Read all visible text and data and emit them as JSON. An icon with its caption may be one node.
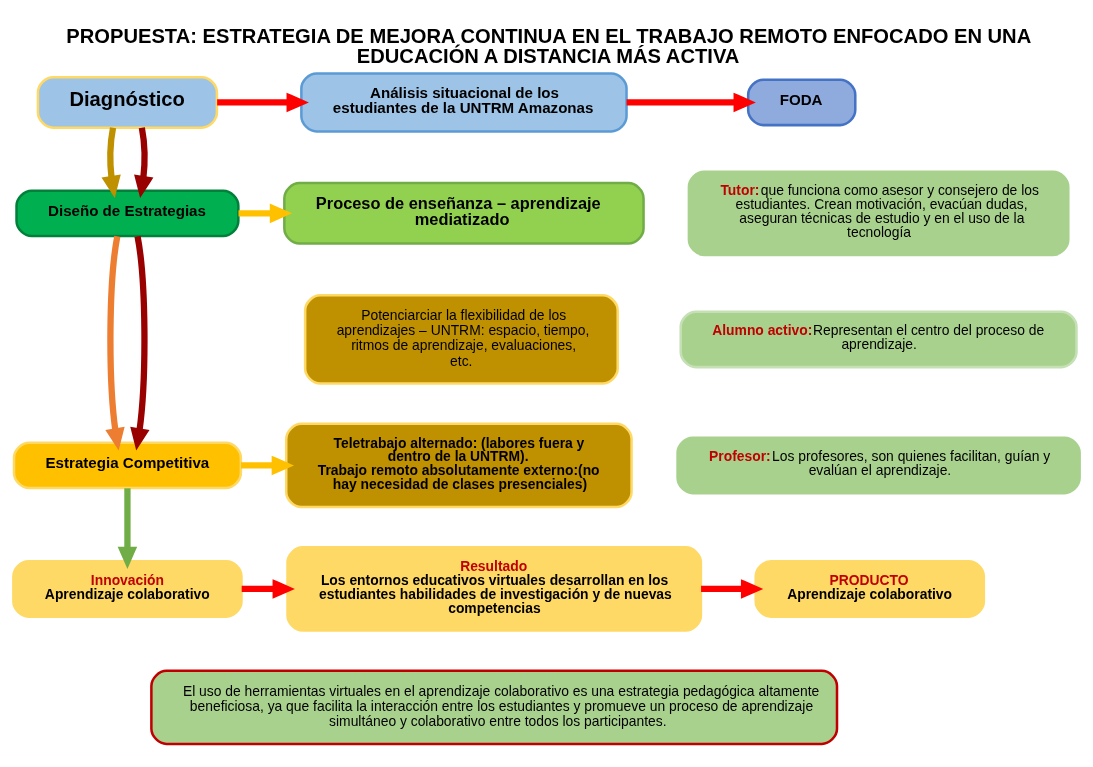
{
  "diagram": {
    "title": "PROPUESTA: ESTRATEGIA DE MEJORA CONTINUA EN EL TRABAJO REMOTO ENFOCADO EN UNA EDUCACIÓN A DISTANCIA MÁS ACTIVA",
    "nodes": [
      {
        "text": [
          "Diagnóstico"
        ]
      },
      {
        "text": [
          "Análisis situacional de los estudiantes de la UNTRM Amazonas"
        ]
      },
      {
        "text": [
          "FODA"
        ]
      },
      {
        "text": [
          "Diseño de Estrategias"
        ]
      },
      {
        "text": [
          "Proceso de enseñanza – aprendizaje mediatizado"
        ]
      },
      {
        "text": [
          "Potenciarciar la flexibilidad de los aprendizajes – UNTRM: espacio, tiempo, ritmos de aprendizaje, evaluaciones, etc."
        ]
      },
      {
        "text": [
          "Tutor:",
          "que funciona como asesor y consejero de los estudiantes. Crean motivación, evacúan dudas, aseguran técnicas de estudio y en el uso de la tecnología"
        ]
      },
      {
        "text": [
          "Alumno activo:",
          "Representan el centro del proceso de aprendizaje."
        ]
      },
      {
        "text": [
          "Estrategia Competitiva"
        ]
      },
      {
        "text": [
          "Teletrabajo alternado: (labores fuera y dentro de la UNTRM).",
          "Trabajo remoto absolutamente externo:(no hay necesidad de clases presenciales)"
        ]
      },
      {
        "text": [
          "Profesor:",
          "Los profesores, son quienes facilitan, guían y evalúan el aprendizaje."
        ]
      },
      {
        "text": [
          "Innovación",
          "Aprendizaje colaborativo"
        ]
      },
      {
        "text": [
          "Resultado",
          "Los entornos educativos virtuales desarrollan en los estudiantes habilidades de investigación y de nuevas competencias"
        ]
      },
      {
        "text": [
          "PRODUCTO",
          "Aprendizaje colaborativo"
        ]
      },
      {
        "text": [
          "El uso de herramientas virtuales en el aprendizaje colaborativo es una estrategia pedagógica altamente beneficiosa, ya que facilita la interacción entre los estudiantes y promueve un proceso de aprendizaje simultáneo y colaborativo entre todos los participantes."
        ]
      }
    ],
    "edges": [
      {
        "from": 0,
        "to": 1,
        "arrow": "to"
      },
      {
        "from": 1,
        "to": 2,
        "arrow": "to"
      },
      {
        "from": 0,
        "to": 3,
        "arrow": "to",
        "color": "#bf9000"
      },
      {
        "from": 0,
        "to": 3,
        "arrow": "to",
        "color": "#990000"
      },
      {
        "from": 3,
        "to": 4,
        "arrow": "to",
        "color": "#ffc000"
      },
      {
        "from": 3,
        "to": 8,
        "arrow": "to",
        "color": "#ed7d31"
      },
      {
        "from": 3,
        "to": 8,
        "arrow": "to",
        "color": "#990000"
      },
      {
        "from": 8,
        "to": 9,
        "arrow": "to",
        "color": "#ffc000"
      },
      {
        "from": 8,
        "to": 11,
        "arrow": "to",
        "color": "#70ad47"
      },
      {
        "from": 11,
        "to": 12,
        "arrow": "to"
      },
      {
        "from": 12,
        "to": 13,
        "arrow": "to"
      }
    ]
  }
}
